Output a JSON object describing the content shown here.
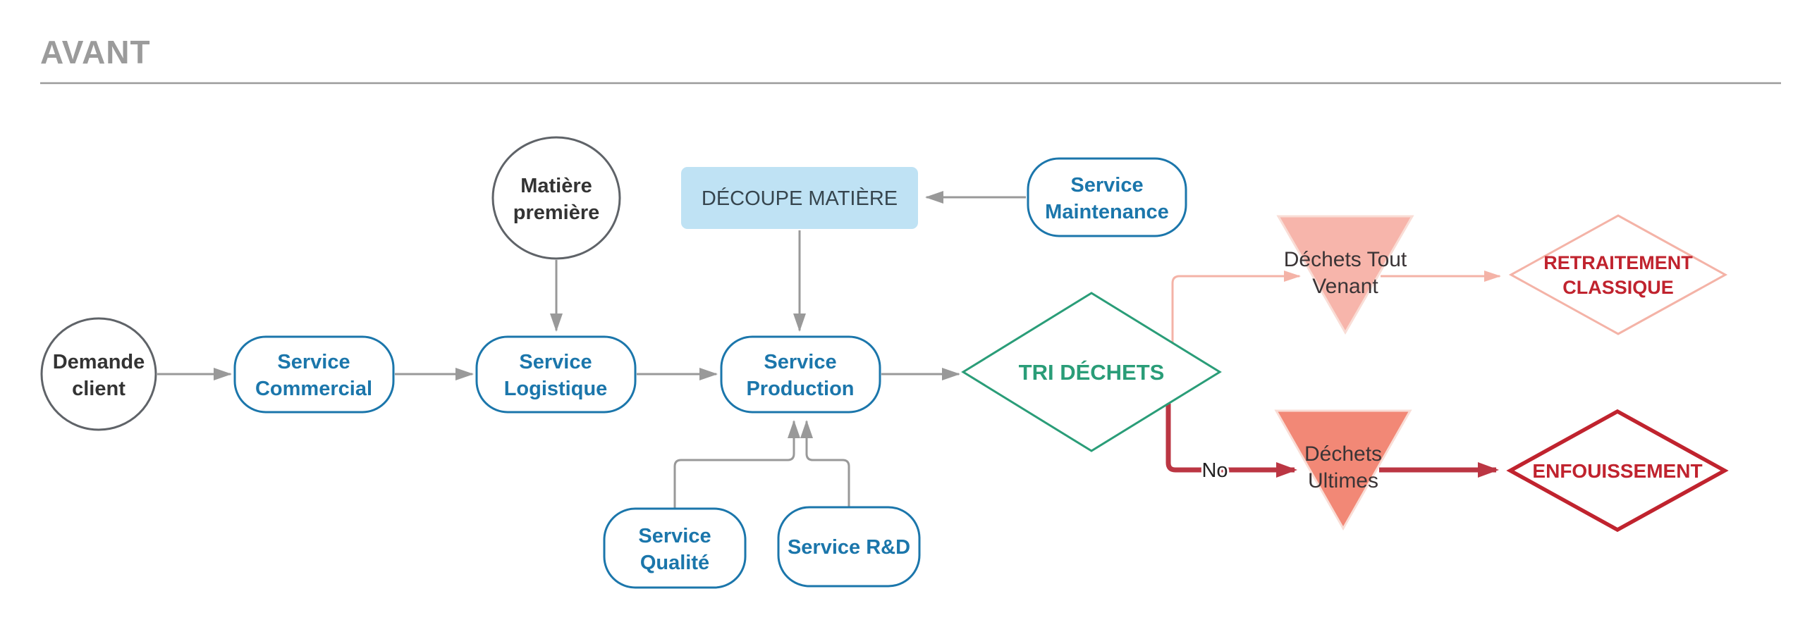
{
  "page": {
    "title": "AVANT"
  },
  "diagram": {
    "nodes": {
      "demande_client": {
        "shape": "circle",
        "line1": "Demande",
        "line2": "client"
      },
      "service_commercial": {
        "shape": "rounded",
        "line1": "Service",
        "line2": "Commercial"
      },
      "matiere_premiere": {
        "shape": "circle",
        "line1": "Matière",
        "line2": "première"
      },
      "service_logistique": {
        "shape": "rounded",
        "line1": "Service",
        "line2": "Logistique"
      },
      "decoupe_matiere": {
        "shape": "process",
        "label": "DÉCOUPE MATIÈRE"
      },
      "service_maintenance": {
        "shape": "rounded",
        "line1": "Service",
        "line2": "Maintenance"
      },
      "service_production": {
        "shape": "rounded",
        "line1": "Service",
        "line2": "Production"
      },
      "tri_dechets": {
        "shape": "decision",
        "label": "TRI DÉCHETS"
      },
      "service_qualite": {
        "shape": "rounded",
        "line1": "Service",
        "line2": "Qualité"
      },
      "service_rd": {
        "shape": "rounded",
        "label": "Service R&D"
      },
      "dechets_tout_venant": {
        "shape": "triangle",
        "line1": "Déchets Tout",
        "line2": "Venant"
      },
      "retraitement_classique": {
        "shape": "diamond",
        "line1": "RETRAITEMENT",
        "line2": "CLASSIQUE"
      },
      "dechets_ultimes": {
        "shape": "triangle",
        "line1": "Déchets",
        "line2": "Ultimes"
      },
      "enfouissement": {
        "shape": "diamond",
        "label": "ENFOUISSEMENT"
      }
    },
    "edge_labels": {
      "no": "No"
    },
    "colors": {
      "title_gray": "#9b9b9b",
      "connector_gray": "#999999",
      "node_blue": "#1b76ab",
      "circle_gray": "#5f6368",
      "process_blue_fill": "#bfe2f4",
      "process_text": "#36454e",
      "dark_text": "#333333",
      "green": "#2a9d78",
      "salmon": "#f4b3a7",
      "triangle_top_fill": "#f7b5ab",
      "triangle_bottom_fill": "#f28876",
      "red": "#c0232e",
      "red_line": "#bb3643",
      "label_dark": "#3a3436"
    }
  }
}
